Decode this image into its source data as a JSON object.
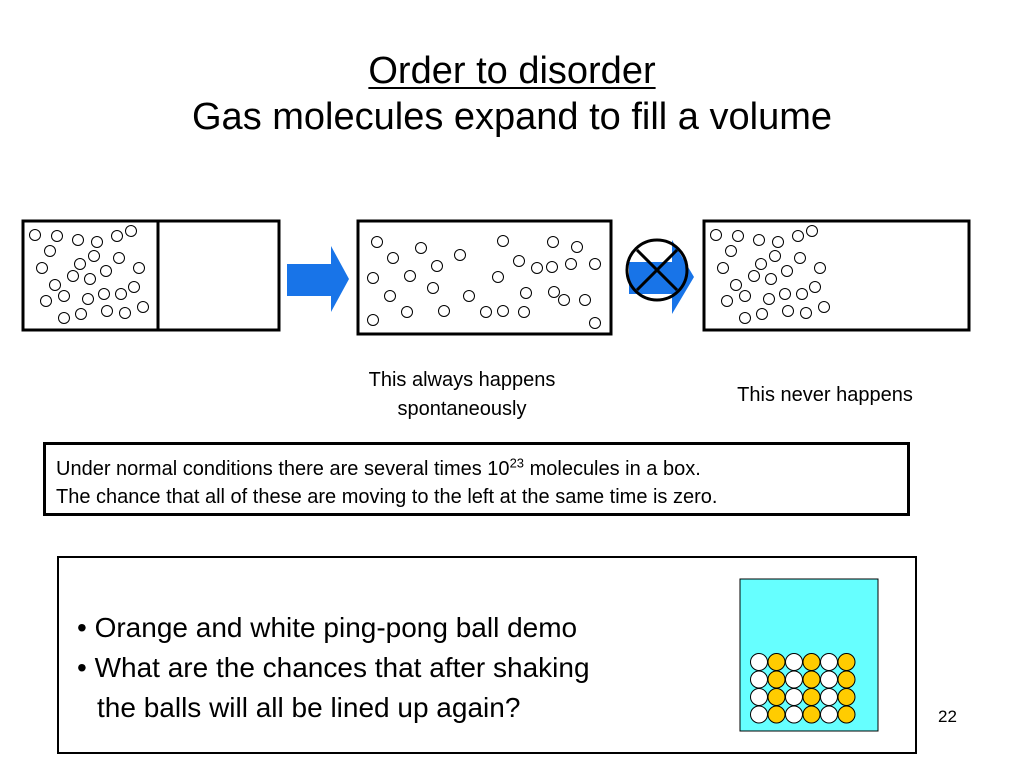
{
  "slide": {
    "title_line1": "Order to disorder",
    "title_line2": "Gas molecules expand to fill a volume",
    "caption_always_line1": "This always happens",
    "caption_always_line2": "spontaneously",
    "caption_never": "This never happens",
    "note_line1_before": "Under normal conditions there are several times 10",
    "note_exponent": "23",
    "note_line1_after": " molecules in a box.",
    "note_line2": "The chance that all of these are moving to the left at the same time is zero.",
    "bullet1": "• Orange and white ping-pong ball demo",
    "bullet2_line1": "• What are the chances that after shaking",
    "bullet2_line2": "the balls will all be lined up again?",
    "page_number": "22"
  },
  "colors": {
    "arrow_blue": "#1874e8",
    "jar_cyan": "#66ffff",
    "ball_orange": "#ffcc00",
    "ball_white": "#ffffff"
  },
  "demo_jar": {
    "rows": 4,
    "columns": 6,
    "column_colors": [
      "white",
      "orange",
      "white",
      "orange",
      "white",
      "orange"
    ]
  }
}
